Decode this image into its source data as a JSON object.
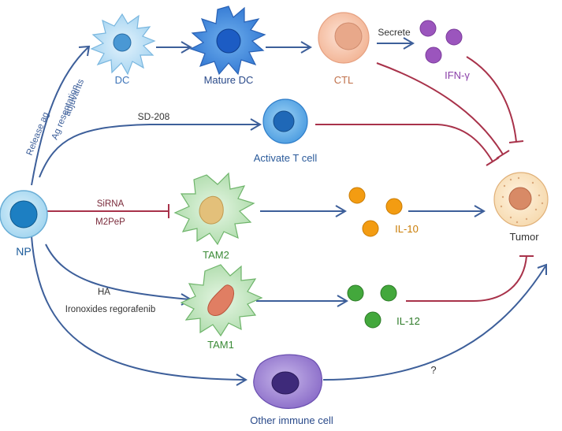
{
  "cells": {
    "np": "NP",
    "dc": "DC",
    "mature_dc": "Mature DC",
    "ctl": "CTL",
    "ifn_gamma": "IFN-γ",
    "activated_t_cell": "Activate T cell",
    "tam2": "TAM2",
    "tam1": "TAM1",
    "il10": "IL-10",
    "il12": "IL-12",
    "tumor": "Tumor",
    "other_immune_cell": "Other immune cell"
  },
  "edges": {
    "secrete": "Secrete",
    "release_ag": "Release ag",
    "ag_presentation": "Ag resentation",
    "adjuvants": "adjuvants",
    "sd208": "SD-208",
    "sirna": "SiRNA",
    "m2pep": "M2PeP",
    "ha": "HA",
    "iron_regorafenib": "Ironoxides regorafenib",
    "unknown": "?"
  },
  "colors": {
    "activate_arrow": "#3d5f9a",
    "inhibit_arrow": "#a8324a",
    "dc_cell": "#b5dcf3",
    "mature_dc_cell": "#3f86dc",
    "ctl_cell": "#f5c0a5",
    "ifn_dots": "#9b55bd",
    "il10_dots": "#f39c12",
    "il12_dots": "#43a83c",
    "tam": "#bfe3bd",
    "tumor": "#fbe6c7",
    "other_cell": "#9a82d0"
  }
}
